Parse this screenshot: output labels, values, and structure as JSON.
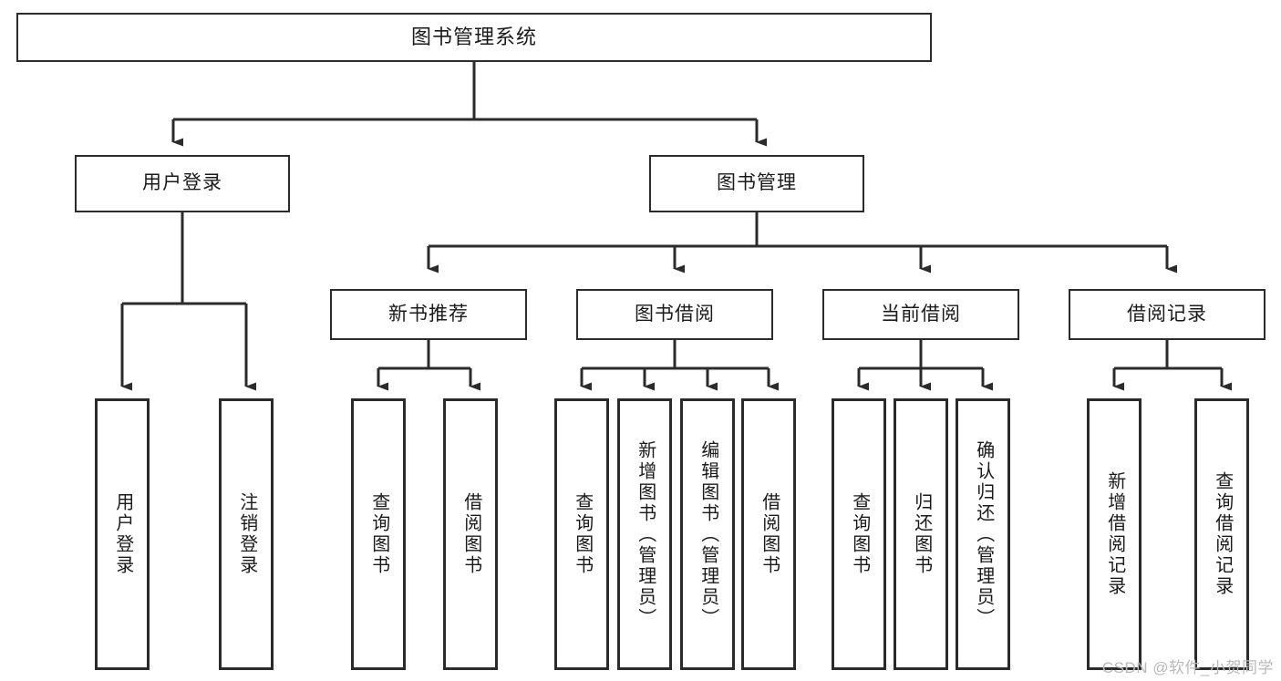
{
  "diagram": {
    "title": "图书管理系统",
    "type": "tree",
    "watermark": "CSDN @软件_小贺同学",
    "colors": {
      "box_border": "#2b2b2b",
      "box_fill": "#ffffff",
      "wire": "#2b2b2b",
      "watermark": "#b9b9b9",
      "background": "#ffffff"
    },
    "levels": {
      "root": [
        "图书管理系统"
      ],
      "level2": [
        "用户登录",
        "图书管理"
      ],
      "level3": [
        "新书推荐",
        "图书借阅",
        "当前借阅",
        "借阅记录"
      ],
      "leaves": [
        "用户登录",
        "注销登录",
        "查询图书",
        "借阅图书",
        "查询图书",
        "新增图书（管理员）",
        "编辑图书（管理员）",
        "借阅图书",
        "查询图书",
        "归还图书",
        "确认归还（管理员）",
        "新增借阅记录",
        "查询借阅记录"
      ]
    },
    "nodes": {
      "root": {
        "label": "图书管理系统"
      },
      "user_login": {
        "label": "用户登录"
      },
      "book_mgmt": {
        "label": "图书管理"
      },
      "new_book_rec": {
        "label": "新书推荐"
      },
      "book_borrow": {
        "label": "图书借阅"
      },
      "current_borrow": {
        "label": "当前借阅"
      },
      "borrow_record": {
        "label": "借阅记录"
      },
      "leaf_user_login": {
        "label": "用户登录"
      },
      "leaf_logout": {
        "label": "注销登录"
      },
      "leaf_query_book_a": {
        "label": "查询图书"
      },
      "leaf_borrow_book_a": {
        "label": "借阅图书"
      },
      "leaf_query_book_b": {
        "label": "查询图书"
      },
      "leaf_add_book": {
        "label": "新增图书（管理员）"
      },
      "leaf_edit_book": {
        "label": "编辑图书（管理员）"
      },
      "leaf_borrow_book_b": {
        "label": "借阅图书"
      },
      "leaf_query_book_c": {
        "label": "查询图书"
      },
      "leaf_return_book": {
        "label": "归还图书"
      },
      "leaf_confirm_return": {
        "label": "确认归还（管理员）"
      },
      "leaf_add_record": {
        "label": "新增借阅记录"
      },
      "leaf_query_record": {
        "label": "查询借阅记录"
      }
    }
  }
}
